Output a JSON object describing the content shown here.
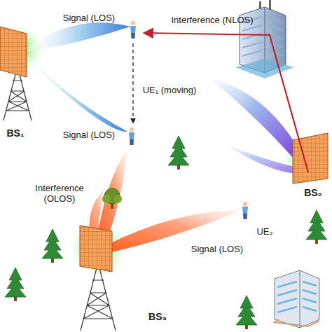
{
  "diagram": {
    "labels": [
      "Signal (LOS)",
      "Interference (NLOS)",
      "UE₁ (moving)",
      "Signal (LOS)",
      "BS₁",
      "BS₂",
      "Interference (OLOS)",
      "UE₂",
      "Signal (LOS)",
      "BS₃"
    ]
  }
}
